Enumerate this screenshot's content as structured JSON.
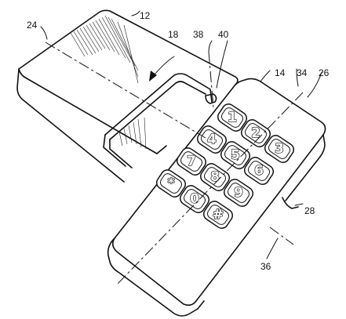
{
  "labels": {
    "ref_12": "12",
    "ref_24": "24",
    "ref_18": "18",
    "ref_38": "38",
    "ref_40": "40",
    "ref_14": "14",
    "ref_34": "34",
    "ref_26": "26",
    "ref_28": "28",
    "ref_36": "36"
  },
  "keypad": {
    "keys": [
      "1",
      "2",
      "3",
      "4",
      "5",
      "6",
      "7",
      "8",
      "9",
      "*",
      "0",
      "#"
    ]
  }
}
